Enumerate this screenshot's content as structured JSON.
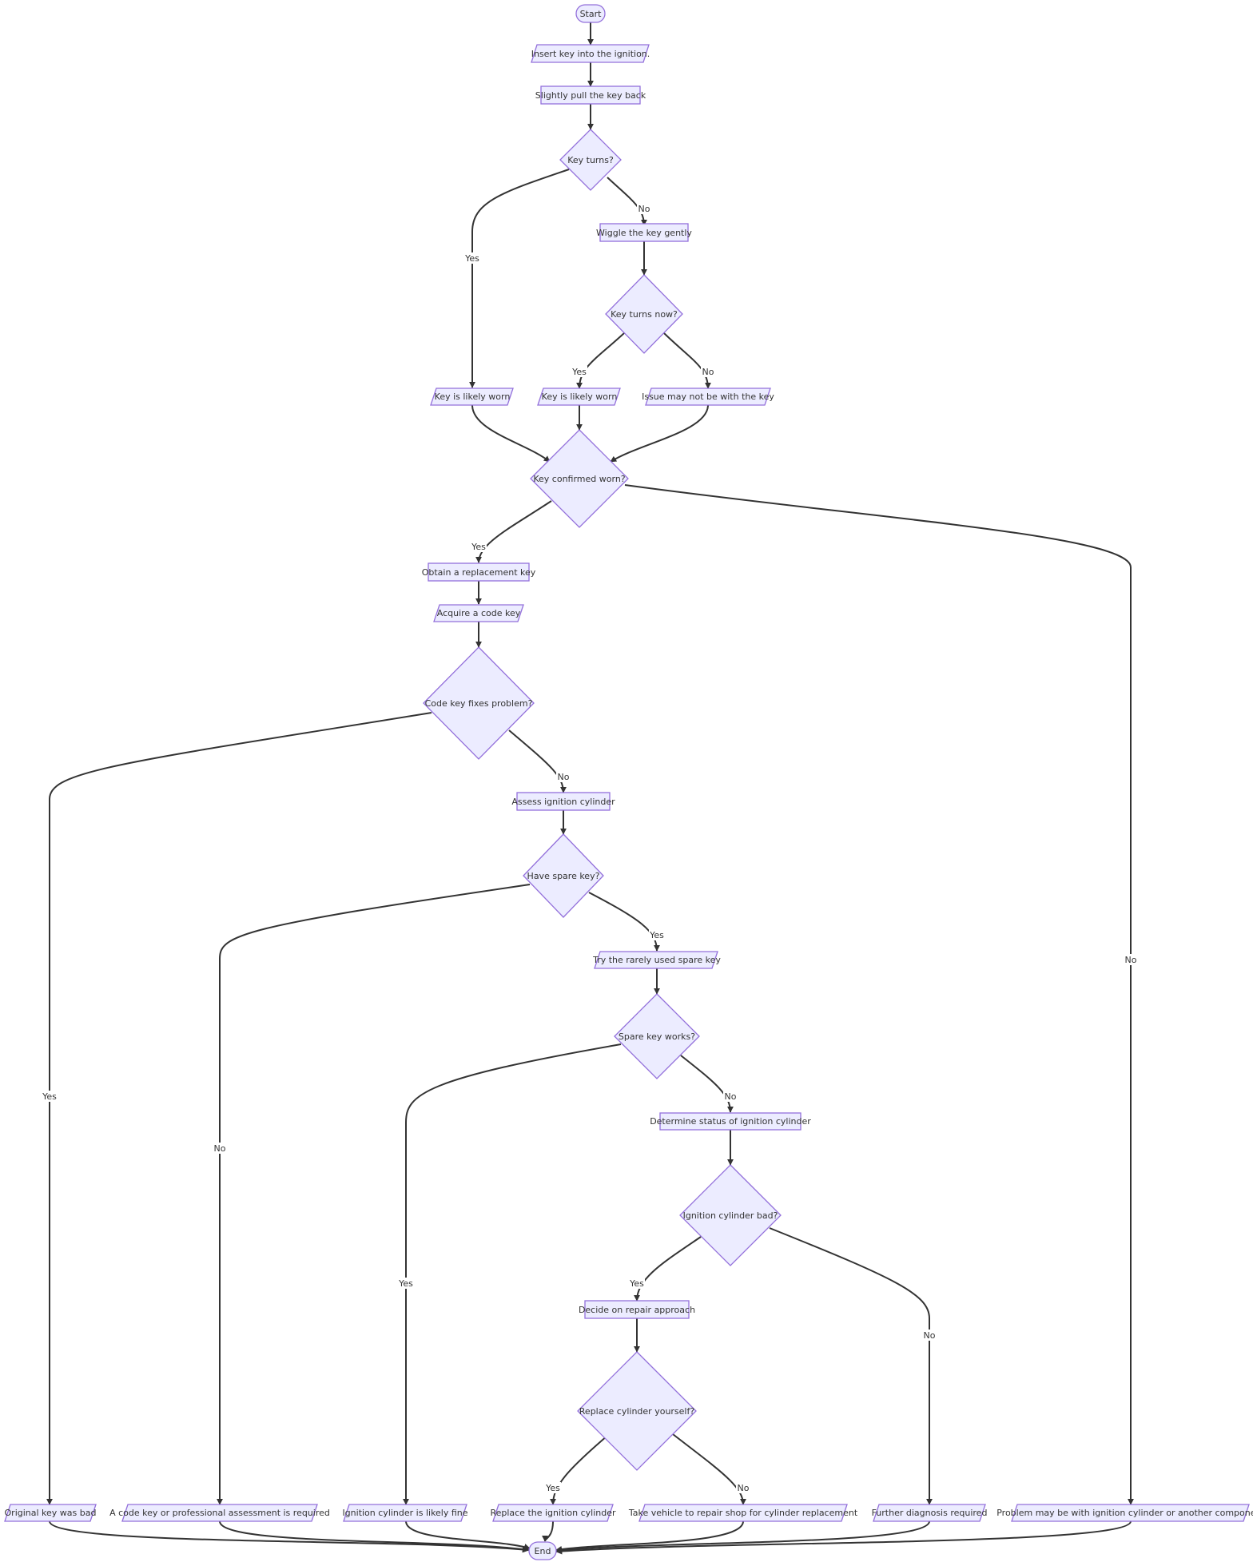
{
  "nodes": {
    "start": "Start",
    "insert": "Insert key into the ignition.",
    "pull": "Slightly pull the key back",
    "turns": "Key turns?",
    "wiggle": "Wiggle the key gently",
    "turnsNow": "Key turns now?",
    "worn1": "Key is likely worn",
    "worn2": "Key is likely worn",
    "notKey": "Issue may not be with the key",
    "confirmed": "Key confirmed worn?",
    "replacement": "Obtain a replacement key",
    "codeKey": "Acquire a code key",
    "codeFixes": "Code key fixes problem?",
    "assess": "Assess ignition cylinder",
    "spare": "Have spare key?",
    "trySpare": "Try the rarely used spare key",
    "spareWorks": "Spare key works?",
    "status": "Determine status of ignition cylinder",
    "cylBad": "Ignition cylinder bad?",
    "decide": "Decide on repair approach",
    "replaceSelf": "Replace cylinder yourself?",
    "origBad": "Original key was bad",
    "codeOrPro": "A code key or professional assessment is required",
    "cylFine": "Ignition cylinder is likely fine",
    "replaceCyl": "Replace the ignition cylinder",
    "takeVehicle": "Take vehicle to repair shop for cylinder replacement",
    "further": "Further diagnosis required",
    "problemMay": "Problem may be with ignition cylinder or another component",
    "end": "End"
  },
  "edge_labels": {
    "turns_yes": "Yes",
    "turns_no": "No",
    "turnsNow_yes": "Yes",
    "turnsNow_no": "No",
    "confirmed_yes": "Yes",
    "confirmed_no": "No",
    "codeFixes_yes": "Yes",
    "codeFixes_no": "No",
    "spare_no": "No",
    "spare_yes": "Yes",
    "spareWorks_yes": "Yes",
    "spareWorks_no": "No",
    "cylBad_yes": "Yes",
    "cylBad_no": "No",
    "replaceSelf_yes": "Yes",
    "replaceSelf_no": "No"
  },
  "colors": {
    "node_fill": "#ECECFF",
    "node_stroke": "#9370DB",
    "edge": "#333333",
    "text": "#333333"
  }
}
